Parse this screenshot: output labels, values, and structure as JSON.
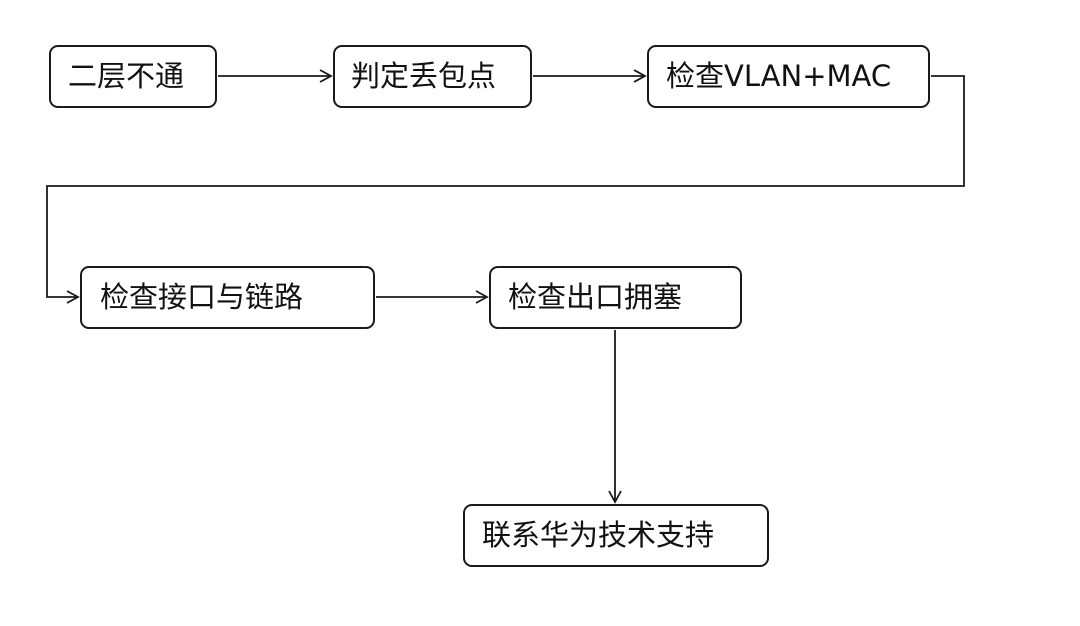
{
  "diagram": {
    "nodes": [
      {
        "id": "n1",
        "label": "二层不通"
      },
      {
        "id": "n2",
        "label": "判定丢包点"
      },
      {
        "id": "n3",
        "label": "检查VLAN+MAC"
      },
      {
        "id": "n4",
        "label": "检查接口与链路"
      },
      {
        "id": "n5",
        "label": "检查出口拥塞"
      },
      {
        "id": "n6",
        "label": "联系华为技术支持"
      }
    ],
    "edges": [
      {
        "from": "n1",
        "to": "n2"
      },
      {
        "from": "n2",
        "to": "n3"
      },
      {
        "from": "n3",
        "to": "n4"
      },
      {
        "from": "n4",
        "to": "n5"
      },
      {
        "from": "n5",
        "to": "n6"
      }
    ],
    "colors": {
      "line": "#1a1a1a",
      "text": "#111111",
      "background": "#ffffff"
    }
  }
}
